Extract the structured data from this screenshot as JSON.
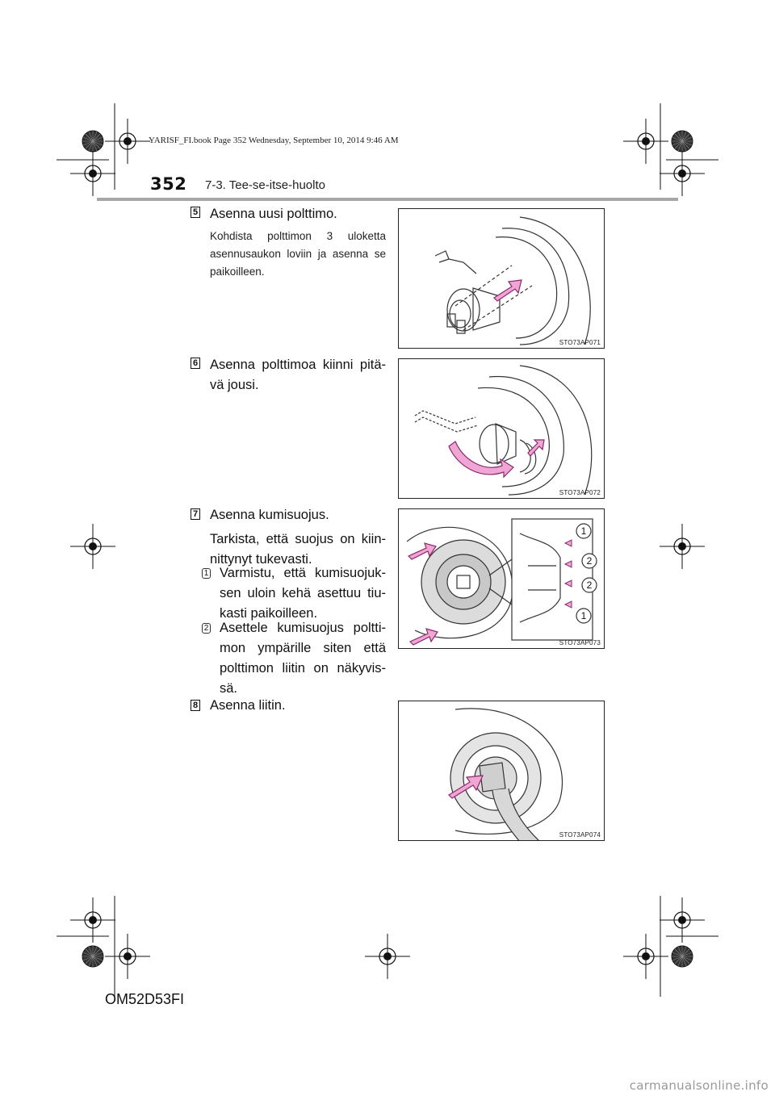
{
  "book_header": "YARISF_FI.book  Page 352  Wednesday, September 10, 2014  9:46 AM",
  "page_number": "352",
  "section_title": "7-3. Tee-se-itse-huolto",
  "steps": [
    {
      "number": "5",
      "text": "Asenna uusi polttimo.",
      "note": "Kohdista polttimon 3 uloketta asennusaukon loviin ja asenna se paikoilleen.",
      "figure_code": "STO73AP071"
    },
    {
      "number": "6",
      "text": "Asenna polttimoa kiinni pitä-vä jousi.",
      "figure_code": "STO73AP072"
    },
    {
      "number": "7",
      "text": "Asenna kumisuojus.",
      "body": "Tarkista, että suojus on kiin-nittynyt tukevasti.",
      "items": [
        {
          "marker": "1",
          "text": "Varmistu, että kumisuojuk-sen uloin kehä asettuu tiu-kasti paikoilleen."
        },
        {
          "marker": "2",
          "text": "Asettele kumisuojus poltti-mon ympärille siten että polttimon liitin on näkyvis-sä."
        }
      ],
      "figure_code": "STO73AP073",
      "figure_callouts": [
        "1",
        "2",
        "2",
        "1"
      ]
    },
    {
      "number": "8",
      "text": "Asenna liitin.",
      "figure_code": "STO73AP074"
    }
  ],
  "doc_code": "OM52D53FI",
  "watermark": "carmanualsonline.info",
  "colors": {
    "arrow_pink": "#f0a6d4",
    "arrow_outline": "#8a2a6a",
    "rule_gray": "#a7a7a7"
  }
}
